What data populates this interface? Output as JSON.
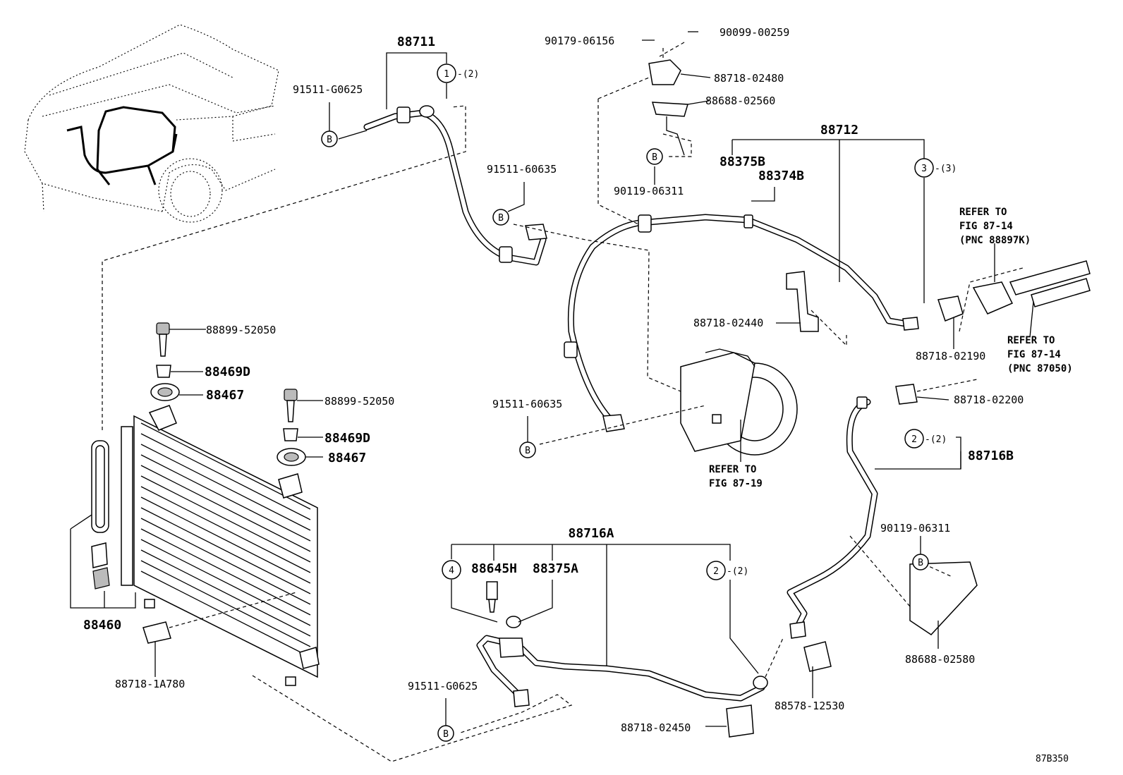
{
  "diagram_code": "87B350",
  "callouts": {
    "p88711": "88711",
    "p88712": "88712",
    "p88716A": "88716A",
    "p88716B": "88716B",
    "p88460": "88460",
    "p88467a": "88467",
    "p88467b": "88467",
    "p88469Da": "88469D",
    "p88469Db": "88469D",
    "p88375B": "88375B",
    "p88374B": "88374B",
    "p88645H": "88645H",
    "p88375A": "88375A",
    "p91511_G0625_top": "91511-G0625",
    "p91511_60635_top": "91511-60635",
    "p91511_60635_mid": "91511-60635",
    "p91511_G0625_bot": "91511-G0625",
    "p90179_06156": "90179-06156",
    "p90099_00259": "90099-00259",
    "p88718_02480": "88718-02480",
    "p88688_02560": "88688-02560",
    "p90119_06311_top": "90119-06311",
    "p90119_06311_right": "90119-06311",
    "p88718_02440": "88718-02440",
    "p88718_02190": "88718-02190",
    "p88718_02200": "88718-02200",
    "p88899_52050a": "88899-52050",
    "p88899_52050b": "88899-52050",
    "p88718_1A780": "88718-1A780",
    "p88718_02450": "88718-02450",
    "p88578_12530": "88578-12530",
    "p88688_02580": "88688-02580"
  },
  "refs": {
    "r1_l1": "REFER TO",
    "r1_l2": "FIG 87-14",
    "r1_l3": "(PNC 88897K)",
    "r2_l1": "REFER TO",
    "r2_l2": "FIG 87-14",
    "r2_l3": "(PNC 87050)",
    "r3_l1": "REFER TO",
    "r3_l2": "FIG 87-19"
  },
  "markers": {
    "b": "B",
    "c1": "1",
    "c2": "2",
    "c3": "3",
    "c4": "4",
    "q2": "-(2)",
    "q3": "-(3)"
  }
}
